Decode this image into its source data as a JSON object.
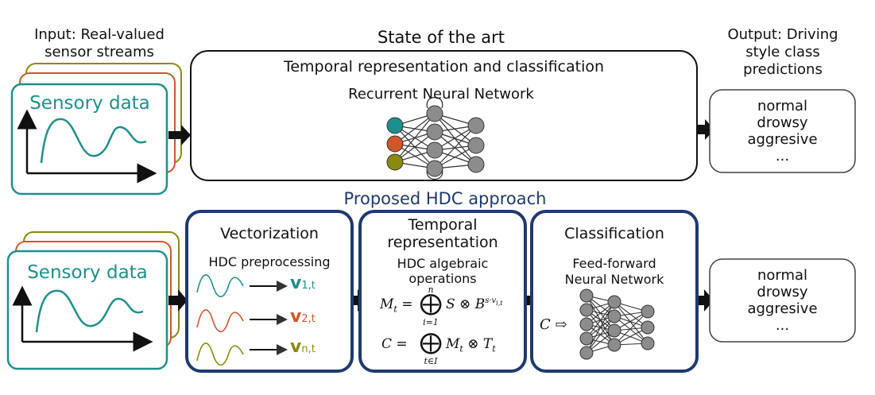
{
  "top": {
    "input_label_line1": "Input: Real-valued",
    "input_label_line2": "sensor streams",
    "sota_title": "State of the art",
    "output_label_line1": "Output: Driving",
    "output_label_line2": "style class",
    "output_label_line3": "predictions",
    "sensory_label": "Sensory data",
    "main_box_title": "Temporal representation and classification",
    "rnn_label": "Recurrent Neural Network",
    "classes": [
      "normal",
      "drowsy",
      "aggresive",
      "..."
    ]
  },
  "proposed": {
    "title": "Proposed HDC approach",
    "sensory_label": "Sensory data",
    "vectorization": {
      "title": "Vectorization",
      "subtitle": "HDC preprocessing",
      "vectors": [
        {
          "main": "v",
          "sub": "1,t"
        },
        {
          "main": "v",
          "sub": "2,t"
        },
        {
          "main": "v",
          "sub": "n,t"
        }
      ]
    },
    "temporal": {
      "title_line1": "Temporal",
      "title_line2": "representation",
      "subtitle_line1": "HDC algebraic",
      "subtitle_line2": "operations",
      "eq1_lhs": "M",
      "eq1_lhs_sub": "t",
      "eq1_top": "n",
      "eq1_bottom": "i=1",
      "eq1_rhs": "S ⊗ B",
      "eq1_sup": "s·v",
      "eq1_sup_sub": "i,t",
      "eq2_lhs": "C =",
      "eq2_bottom": "t∈I",
      "eq2_rhs": "M",
      "eq2_rhs_sub1": "t",
      "eq2_rhs_mid": " ⊗ T",
      "eq2_rhs_sub2": "t"
    },
    "classification": {
      "title": "Classification",
      "subtitle_line1": "Feed-forward",
      "subtitle_line2": "Neural Network",
      "c_label": "C ⇨"
    },
    "classes": [
      "normal",
      "drowsy",
      "aggresive",
      "..."
    ]
  },
  "colors": {
    "teal": "#1f8f8c",
    "orange": "#d2562a",
    "olive": "#8a8a10",
    "navy": "#1e3a6e",
    "node_gray": "#8c8c8c"
  }
}
